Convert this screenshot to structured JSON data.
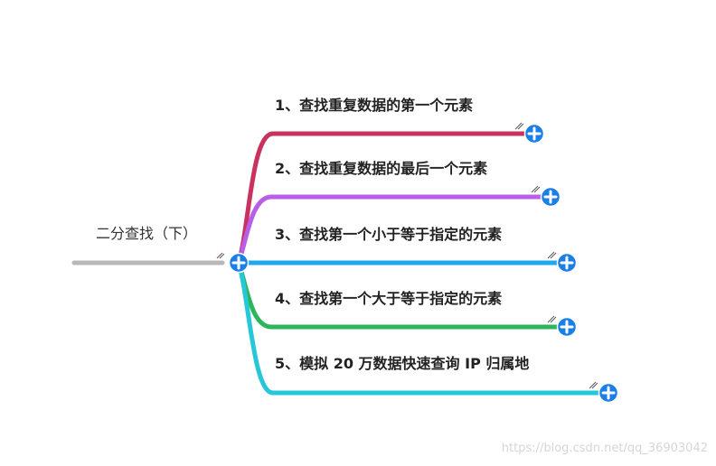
{
  "root": {
    "label": "二分查找（下）",
    "line_color": "#b8b8b8"
  },
  "branches": [
    {
      "label": "1、查找重复数据的第一个元素",
      "color": "#c9325e"
    },
    {
      "label": "2、查找重复数据的最后一个元素",
      "color": "#b95ee8"
    },
    {
      "label": "3、查找第一个小于等于指定的元素",
      "color": "#1fa8ec"
    },
    {
      "label": "4、查找第一个大于等于指定的元素",
      "color": "#2cb55a"
    },
    {
      "label": "5、模拟 20 万数据快速查询 IP 归属地",
      "color": "#25c7d9"
    }
  ],
  "expand_icon": "plus-circle-icon",
  "expand_color": "#1a7fe6",
  "watermark": "https://blog.csdn.net/qq_36903042"
}
